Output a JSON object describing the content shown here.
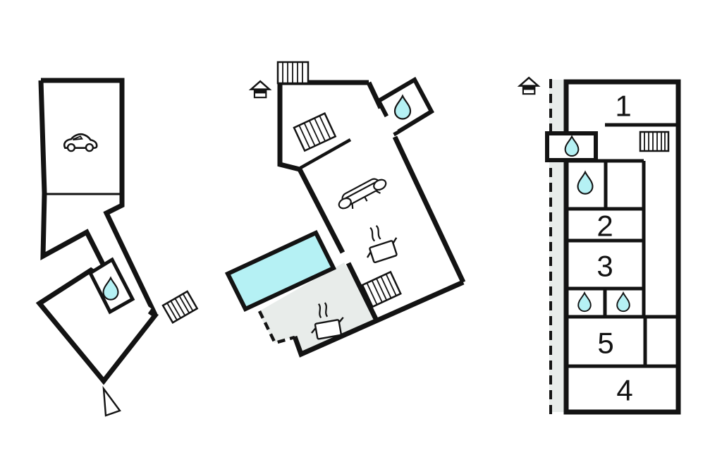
{
  "plan": {
    "type": "holiday-home-floor-plan",
    "rooms": [
      {
        "label": "1"
      },
      {
        "label": "2"
      },
      {
        "label": "3"
      },
      {
        "label": "4"
      },
      {
        "label": "5"
      }
    ],
    "buildings": {
      "garage_annex": {
        "fixtures": [
          "car",
          "shower-drop",
          "entry-steps",
          "north-arrow"
        ]
      },
      "main_house": {
        "fixtures": [
          "entrance",
          "front-steps",
          "indoor-stairs",
          "shower-drop",
          "sofa",
          "stove",
          "pool",
          "terrace",
          "bbq-stove",
          "terrace-stairs"
        ]
      },
      "bedroom_wing": {
        "fixtures": [
          "entrance",
          "window-hatch",
          "shower-drop",
          "shower-drop",
          "shower-drop",
          "shower-drop"
        ]
      }
    },
    "icons": {
      "car-icon": "car seen from side",
      "entrance-icon": "house with black band (entrance marker)",
      "shower-drop-icon": "water drop (bath/shower)",
      "sofa-icon": "sofa",
      "stove-icon": "pot with steam (stove)",
      "stairs-icon": "hatched steps",
      "window-hatch-icon": "hatched window",
      "north-arrow-icon": "orientation triangle"
    },
    "colors": {
      "wall": "#131313",
      "water": "#b5f1f4",
      "terrace": "#e8ecea",
      "background": "#ffffff"
    }
  }
}
